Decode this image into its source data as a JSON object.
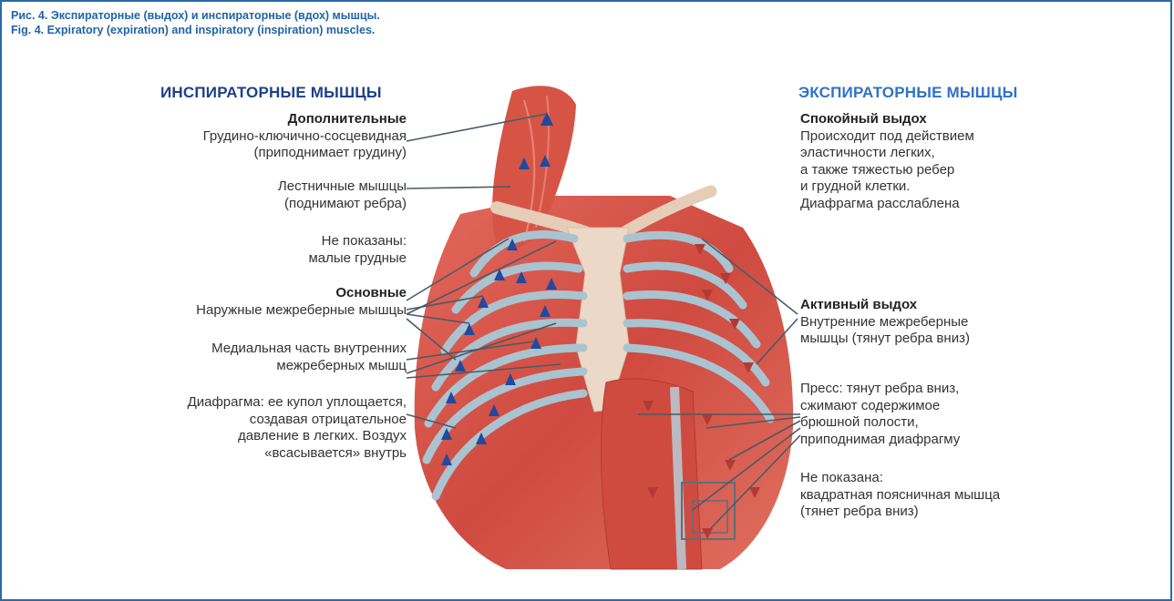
{
  "caption": {
    "ru": "Рис. 4. Экспираторные (выдох) и инспираторные (вдох) мышцы.",
    "en": "Fig. 4. Expiratory (expiration) and inspiratory (inspiration) muscles."
  },
  "left": {
    "heading": "ИНСПИРАТОРНЫЕ МЫШЦЫ",
    "accessory_title": "Дополнительные",
    "scm_1": "Грудино-ключично-сосцевидная",
    "scm_2": "(приподнимает грудину)",
    "scalene_1": "Лестничные мышцы",
    "scalene_2": "(поднимают ребра)",
    "pectoral_1": "Не показаны:",
    "pectoral_2": "малые грудные",
    "main_title": "Основные",
    "external": "Наружные межреберные мышцы",
    "medial_1": "Медиальная часть внутренних",
    "medial_2": "межреберных мышц",
    "diaphragm_1": "Диафрагма: ее купол уплощается,",
    "diaphragm_2": "создавая отрицательное",
    "diaphragm_3": "давление в легких. Воздух",
    "diaphragm_4": "«всасывается» внутрь"
  },
  "right": {
    "heading": "ЭКСПИРАТОРНЫЕ МЫШЦЫ",
    "quiet_title": "Спокойный выдох",
    "quiet_1": "Происходит под действием",
    "quiet_2": "эластичности легких,",
    "quiet_3": "а также тяжестью ребер",
    "quiet_4": "и грудной клетки.",
    "quiet_5": "Диафрагма расслаблена",
    "active_title": "Активный выдох",
    "internal_1": "Внутренние межреберные",
    "internal_2": "мышцы (тянут ребра вниз)",
    "abs_1": "Пресс: тянут ребра вниз,",
    "abs_2": "сжимают содержимое",
    "abs_3": "брюшной полости,",
    "abs_4": "приподнимая диафрагму",
    "ql_1": "Не показана:",
    "ql_2": "квадратная поясничная мышца",
    "ql_3": "(тянет ребра вниз)"
  },
  "colors": {
    "caption": "#1f63a8",
    "left_heading": "#1e3f8a",
    "right_heading": "#2f72c9",
    "muscle": "#d8554a",
    "rib": "#a9c2cf",
    "bone": "#e9d2bf",
    "arrow": "#1f4aa0"
  },
  "icons": [
    "arrow-up-icon",
    "arrow-down-icon"
  ]
}
